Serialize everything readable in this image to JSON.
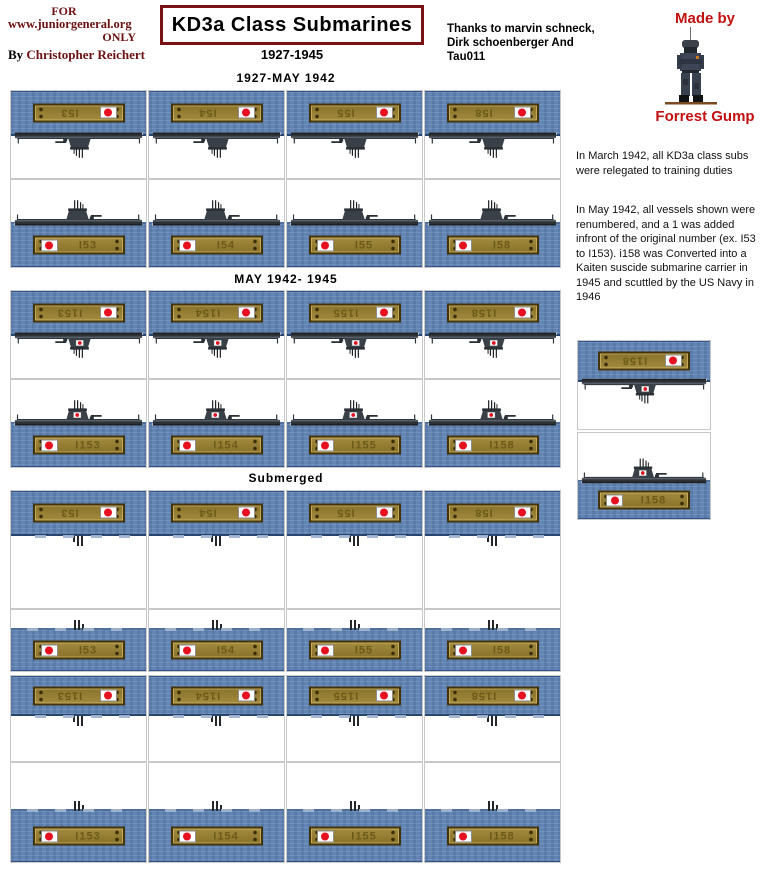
{
  "credit": {
    "line1": "FOR",
    "line2": "www.juniorgeneral.org",
    "line3": "ONLY",
    "by": "By",
    "author": "Christopher Reichert"
  },
  "title": {
    "text": "KD3a Class Submarines",
    "subtitle": "1927-1945"
  },
  "thanks": {
    "line1": "Thanks to marvin schneck,",
    "line2": "Dirk schoenberger And",
    "line3": "Tau011"
  },
  "made_by": {
    "top": "Made by",
    "name": "Forrest Gump"
  },
  "notes": {
    "para1": "In March 1942, all KD3a class subs were relegated to training duties",
    "para2": "In May 1942, all vessels shown were renumbered, and a 1 was added infront of the original number (ex. I53 to I153). i158 was Converted into a Kaiten suscide submarine carrier in 1945 and scuttled by the US Navy in 1946"
  },
  "sections": [
    {
      "label": "1927-MAY 1942",
      "rows": [
        {
          "type": "surface-top",
          "labels": [
            "I53",
            "I54",
            "I55",
            "I58"
          ],
          "tower_flag": false
        },
        {
          "type": "surface-bottom",
          "labels": [
            "I53",
            "I54",
            "I55",
            "I58"
          ],
          "tower_flag": false
        }
      ]
    },
    {
      "label": "MAY 1942- 1945",
      "rows": [
        {
          "type": "surface-top",
          "labels": [
            "I153",
            "I154",
            "I155",
            "I158"
          ],
          "tower_flag": true
        },
        {
          "type": "surface-bottom",
          "labels": [
            "I153",
            "I154",
            "I155",
            "I158"
          ],
          "tower_flag": true
        }
      ]
    },
    {
      "label": "Submerged",
      "rows": [
        {
          "type": "subm-top",
          "labels": [
            "I53",
            "I54",
            "I55",
            "I58"
          ]
        },
        {
          "type": "subm-bottom",
          "labels": [
            "I53",
            "I54",
            "I55",
            "I58"
          ]
        },
        {
          "type": "subm-top",
          "labels": [
            "I153",
            "I154",
            "I155",
            "I158"
          ]
        },
        {
          "type": "subm-bottom",
          "labels": [
            "I153",
            "I154",
            "I155",
            "I158"
          ]
        }
      ]
    }
  ],
  "side_pair": {
    "labels": [
      "I158",
      "I158"
    ],
    "tower_flag": true
  },
  "colors": {
    "maroon_accent": "#7a1113",
    "credit_maroon": "#6b1112",
    "made_by_red": "#c11111",
    "water_blue": "#6285b4",
    "plate_brass": "#97803a",
    "plate_border": "#43340c",
    "flag_red": "#e51020",
    "hull_gray": "#2e3338"
  }
}
